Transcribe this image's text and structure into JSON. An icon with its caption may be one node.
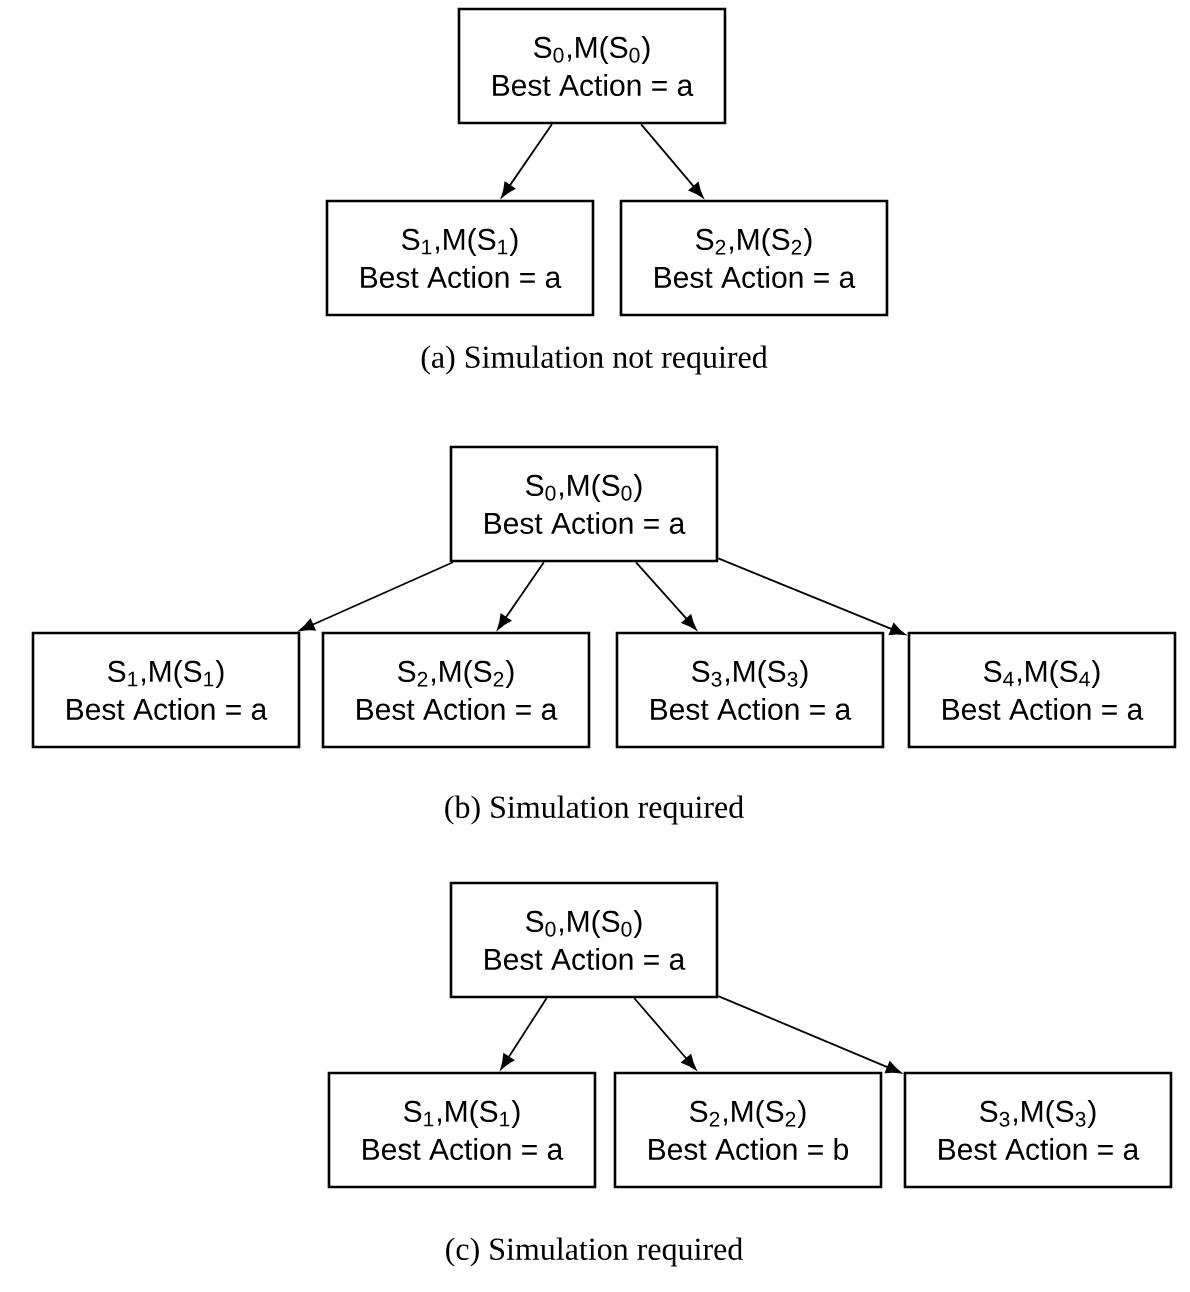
{
  "diagram": {
    "nodes": [
      {
        "text": [
          "S$_{0}$,M(S$_{0}$)",
          "Best Action = a"
        ]
      },
      {
        "text": [
          "S$_{1}$,M(S$_{1}$)",
          "Best Action = a"
        ]
      },
      {
        "text": [
          "S$_{2}$,M(S$_{2}$)",
          "Best Action = a"
        ]
      },
      {
        "text": [
          "S$_{0}$,M(S$_{0}$)",
          "Best Action = a"
        ]
      },
      {
        "text": [
          "S$_{1}$,M(S$_{1}$)",
          "Best Action = a"
        ]
      },
      {
        "text": [
          "S$_{2}$,M(S$_{2}$)",
          "Best Action = a"
        ]
      },
      {
        "text": [
          "S$_{3}$,M(S$_{3}$)",
          "Best Action = a"
        ]
      },
      {
        "text": [
          "S$_{4}$,M(S$_{4}$)",
          "Best Action = a"
        ]
      },
      {
        "text": [
          "S$_{0}$,M(S$_{0}$)",
          "Best Action = a"
        ]
      },
      {
        "text": [
          "S$_{1}$,M(S$_{1}$)",
          "Best Action = a"
        ]
      },
      {
        "text": [
          "S$_{2}$,M(S$_{2}$)",
          "Best Action = b"
        ]
      },
      {
        "text": [
          "S$_{3}$,M(S$_{3}$)",
          "Best Action = a"
        ]
      }
    ],
    "edges": [
      {
        "from": 0,
        "to": 1,
        "arrow": "to"
      },
      {
        "from": 0,
        "to": 2,
        "arrow": "to"
      },
      {
        "from": 3,
        "to": 4,
        "arrow": "to"
      },
      {
        "from": 3,
        "to": 5,
        "arrow": "to"
      },
      {
        "from": 3,
        "to": 6,
        "arrow": "to"
      },
      {
        "from": 3,
        "to": 7,
        "arrow": "to"
      },
      {
        "from": 8,
        "to": 9,
        "arrow": "to"
      },
      {
        "from": 8,
        "to": 10,
        "arrow": "to"
      },
      {
        "from": 8,
        "to": 11,
        "arrow": "to"
      }
    ],
    "labels": [
      "(a) Simulation not required",
      "(b) Simulation required",
      "(c) Simulation required"
    ]
  }
}
